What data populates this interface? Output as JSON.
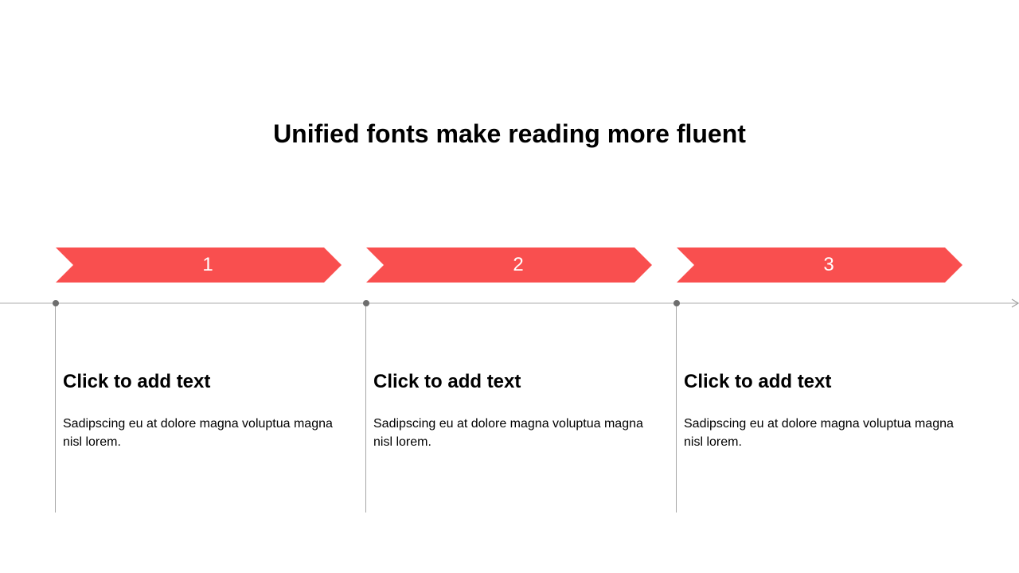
{
  "title": "Unified fonts make reading more fluent",
  "accent_color": "#f94f4f",
  "steps": [
    {
      "number": "1",
      "heading": "Click to add text",
      "body": "Sadipscing eu at dolore magna voluptua magna nisl lorem."
    },
    {
      "number": "2",
      "heading": "Click to add text",
      "body": "Sadipscing eu at dolore magna voluptua magna nisl lorem."
    },
    {
      "number": "3",
      "heading": "Click to add text",
      "body": "Sadipscing eu at dolore magna voluptua magna nisl lorem."
    }
  ]
}
